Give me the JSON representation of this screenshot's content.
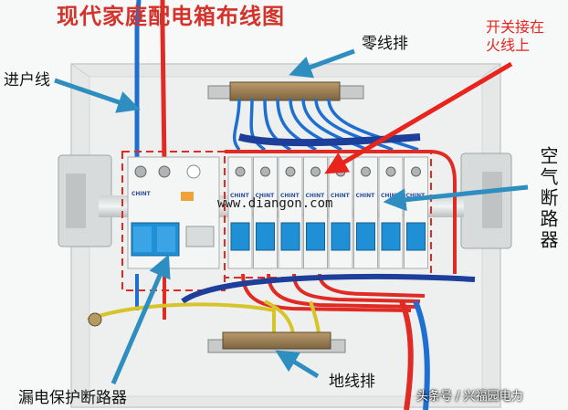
{
  "title": "现代家庭配电箱布线图",
  "labels": {
    "neutral_bar": "零线排",
    "switch_on_live": "开关接在",
    "switch_on_live_2": "火线上",
    "incoming_line": "进户线",
    "air_breaker": "空气断路器",
    "rcd": "漏电保护断路器",
    "ground_bar": "地线排"
  },
  "url": "www.diangon.com",
  "watermark": "头条号 / 兴福园电力",
  "brand": "CHINT",
  "colors": {
    "title": "#d3332b",
    "arrow_blue": "#2f8ec0",
    "arrow_red": "#e8241d",
    "breaker_blue": "#1f8fd6",
    "enclosure": "#e4e6e6"
  },
  "icons": {
    "arrow_blue": "arrow-icon",
    "arrow_red": "arrow-icon"
  }
}
